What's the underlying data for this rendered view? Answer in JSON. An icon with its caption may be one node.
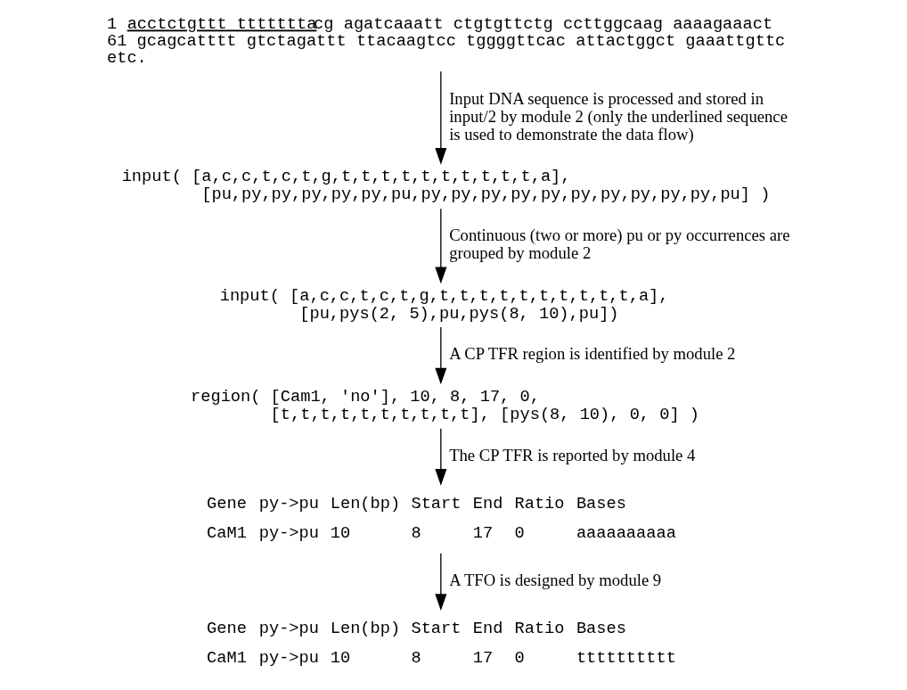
{
  "diagram": {
    "nodes": [
      {
        "text": [
          "1 acctctgttt tttttttacg agatcaaatt ctgtgttctg ccttggcaag aaaagaaact",
          "61 gcagcatttt gtctagattt ttacaagtcc tggggttcac attactggct gaaattgttc",
          "etc."
        ]
      },
      {
        "text": [
          "input( [a,c,c,t,c,t,g,t,t,t,t,t,t,t,t,t,t,a],",
          "[pu,py,py,py,py,py,pu,py,py,py,py,py,py,py,py,py,py,pu] )"
        ]
      },
      {
        "text": [
          "input( [a,c,c,t,c,t,g,t,t,t,t,t,t,t,t,t,t,a],",
          "[pu,pys(2, 5),pu,pys(8, 10),pu])"
        ]
      },
      {
        "text": [
          "region( [Cam1, 'no'], 10, 8, 17, 0,",
          "[t,t,t,t,t,t,t,t,t,t], [pys(8, 10), 0, 0] )"
        ]
      },
      {
        "text": [
          "Gene",
          "py->pu",
          "Len(bp)",
          "Start",
          "End",
          "Ratio",
          "Bases",
          "CaM1",
          "py->pu",
          "10",
          "8",
          "17",
          "0",
          "aaaaaaaaaa"
        ]
      },
      {
        "text": [
          "Gene",
          "py->pu",
          "Len(bp)",
          "Start",
          "End",
          "Ratio",
          "Bases",
          "CaM1",
          "py->pu",
          "10",
          "8",
          "17",
          "0",
          "tttttttttt"
        ]
      }
    ],
    "edges": [
      {
        "from": 0,
        "to": 1,
        "arrow": "to",
        "label": "Input DNA sequence is processed and stored in input/2 by module 2 (only the underlined sequence is used to demonstrate the data flow)"
      },
      {
        "from": 1,
        "to": 2,
        "arrow": "to",
        "label": "Continuous (two or more) pu or py occurrences are grouped by module 2"
      },
      {
        "from": 2,
        "to": 3,
        "arrow": "to",
        "label": "A CP TFR region is identified by module 2"
      },
      {
        "from": 3,
        "to": 4,
        "arrow": "to",
        "label": "The CP TFR is reported by module 4"
      },
      {
        "from": 4,
        "to": 5,
        "arrow": "to",
        "label": "A TFO is designed by module 9"
      }
    ]
  }
}
